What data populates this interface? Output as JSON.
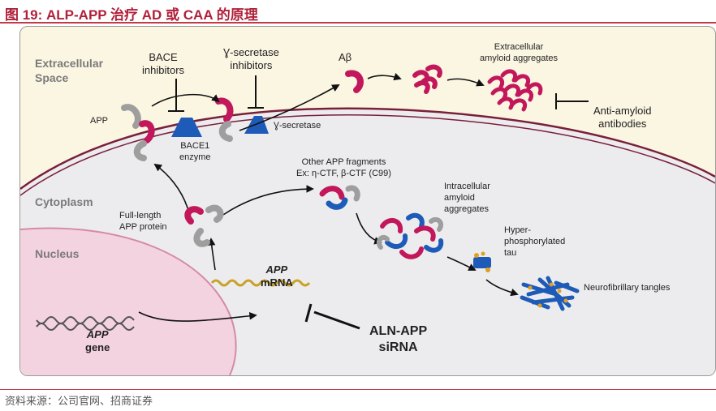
{
  "figure": {
    "title": "图 19:  ALP-APP 治疗 AD 或 CAA 的原理",
    "source": "资料来源：公司官网、招商证券"
  },
  "regions": {
    "extracellular": "Extracellular\nSpace",
    "cytoplasm": "Cytoplasm",
    "nucleus": "Nucleus"
  },
  "labels": {
    "app": "APP",
    "bace_inhibitors": "BACE\ninhibitors",
    "gamma_inhibitors": "Ɣ-secretase\ninhibitors",
    "abeta": "Aβ",
    "extracellular_aggregates": "Extracellular\namyloid aggregates",
    "anti_amyloid": "Anti-amyloid\nantibodies",
    "bace1": "BACE1\nenzyme",
    "gamma_secretase": "Ɣ-secretase",
    "other_fragments": "Other APP fragments\nEx: η-CTF, β-CTF (C99)",
    "intracellular_aggregates": "Intracellular\namyloid\naggregates",
    "full_length_app": "Full-length\nAPP protein",
    "hyperphos_tau": "Hyper-\nphosphorylated\ntau",
    "nft": "Neurofibrillary tangles",
    "app_mrna_italic": "APP",
    "mrna": "mRNA",
    "app_gene_italic": "APP",
    "gene": "gene",
    "aln_app": "ALN-APP\nsiRNA"
  },
  "colors": {
    "title": "#b0203a",
    "extracellular_bg": "#fbf6e2",
    "cytoplasm_bg": "#ececee",
    "nucleus_bg": "#f4d3e0",
    "membrane": "#7a1f3a",
    "app_magenta": "#c2185b",
    "app_gray": "#9e9e9e",
    "enzyme_blue": "#1e5bb8",
    "mrna_gold": "#c9a227"
  }
}
